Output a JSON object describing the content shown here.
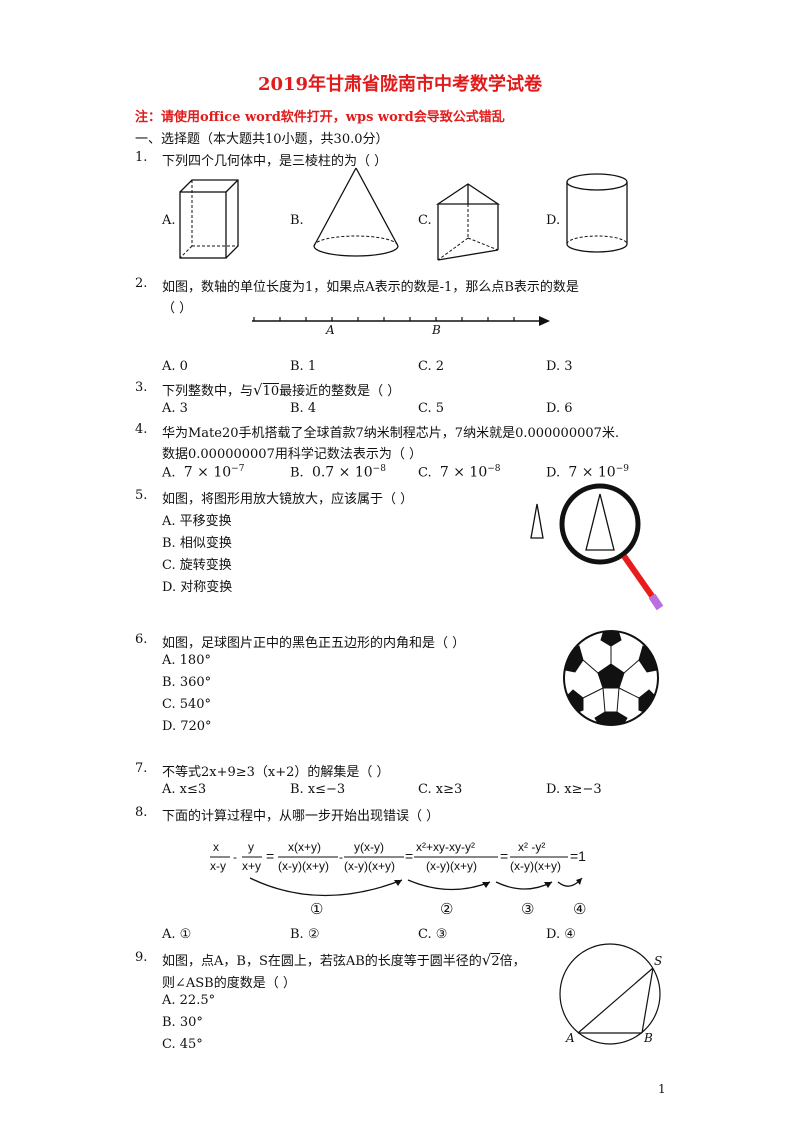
{
  "title": "2019年甘肃省陇南市中考数学试卷",
  "note": "注：请使用office  word软件打开，wps  word会导致公式错乱",
  "section1": "一、选择题（本大题共10小题，共30.0分）",
  "q1": {
    "num": "1.",
    "text": "下列四个几何体中，是三棱柱的为（     ）",
    "opts": [
      "A.",
      "B.",
      "C.",
      "D."
    ]
  },
  "q2": {
    "num": "2.",
    "text": "如图，数轴的单位长度为1，如果点A表示的数是-1，那么点B表示的数是",
    "paren": "（     ）",
    "labelA": "A",
    "labelB": "B",
    "opts": [
      "A.  0",
      "B.  1",
      "C.  2",
      "D.  3"
    ]
  },
  "q3": {
    "num": "3.",
    "text_pre": "下列整数中，与",
    "sqrt_val": "10",
    "text_post": "最接近的整数是（     ）",
    "opts": [
      "A.  3",
      "B.  4",
      "C.  5",
      "D.  6"
    ]
  },
  "q4": {
    "num": "4.",
    "text1": "华为Mate20手机搭载了全球首款7纳米制程芯片，7纳米就是0.000000007米.",
    "text2": "数据0.000000007用科学记数法表示为（     ）",
    "optA": "A.",
    "optA_base": "7 × 10",
    "optA_exp": "−7",
    "optB": "B.",
    "optB_base": "0.7 × 10",
    "optB_exp": "−8",
    "optC": "C.",
    "optC_base": "7 × 10",
    "optC_exp": "−8",
    "optD": "D.",
    "optD_base": "7 × 10",
    "optD_exp": "−9"
  },
  "q5": {
    "num": "5.",
    "text": "如图，将图形用放大镜放大，应该属于（     ）",
    "opts": [
      "A.  平移变换",
      "B.  相似变换",
      "C.  旋转变换",
      "D.  对称变换"
    ]
  },
  "q6": {
    "num": "6.",
    "text": "如图，足球图片正中的黑色正五边形的内角和是（     ）",
    "opts": [
      "A.  180°",
      "B.  360°",
      "C.  540°",
      "D.  720°"
    ]
  },
  "q7": {
    "num": "7.",
    "text": "不等式2x+9≥3（x+2）的解集是（     ）",
    "opts": [
      "A.  x≤3",
      "B.  x≤−3",
      "C.  x≥3",
      "D.  x≥−3"
    ]
  },
  "q8": {
    "num": "8.",
    "text": "下面的计算过程中，从哪一步开始出现错误（     ）",
    "f1n": "x",
    "f1d": "x-y",
    "f2n": "y",
    "f2d": "x+y",
    "f3n": "x(x+y)",
    "f3d": "(x-y)(x+y)",
    "f4n": "y(x-y)",
    "f4d": "(x-y)(x+y)",
    "f5n": "x²+xy-xy-y²",
    "f5d": "(x-y)(x+y)",
    "f6n": "x² -y²",
    "f6d": "(x-y)(x+y)",
    "minus": "-",
    "eq": "=",
    "result": "=1",
    "steps": [
      "①",
      "②",
      "③",
      "④"
    ],
    "opts": [
      "A.  ①",
      "B.  ②",
      "C.  ③",
      "D.  ④"
    ]
  },
  "q9": {
    "num": "9.",
    "text_pre": "如图，点A，B，S在圆上，若弦AB的长度等于圆半径的",
    "sqrt_val": "2",
    "text_post": "倍，",
    "text2": "则∠ASB的度数是（     ）",
    "labelS": "S",
    "labelA": "A",
    "labelB": "B",
    "opts": [
      "A.  22.5°",
      "B.  30°",
      "C.  45°"
    ]
  },
  "page_number": "1"
}
